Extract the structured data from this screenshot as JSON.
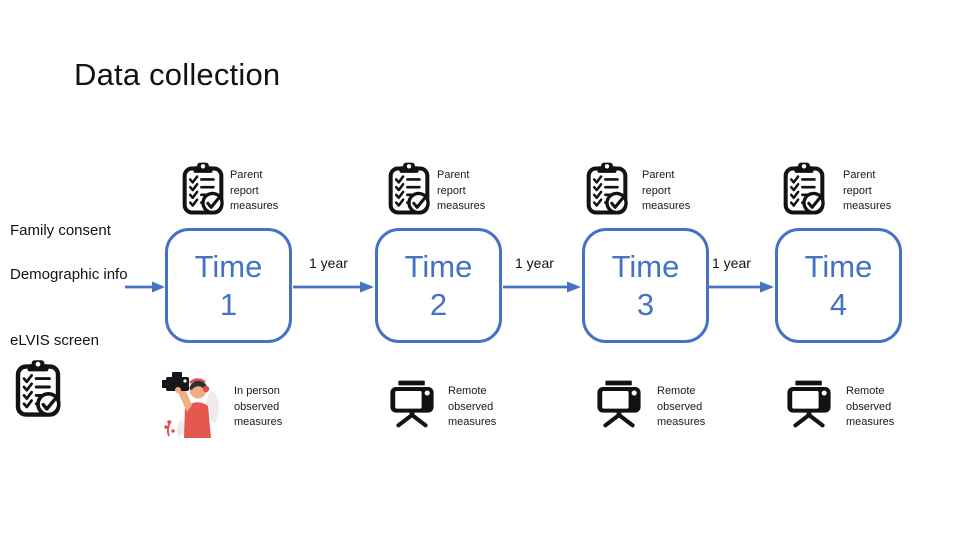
{
  "title": "Data collection",
  "left_panel": {
    "labels": [
      "Family consent",
      "Demographic info",
      "eLVIS screen"
    ],
    "clipboard_icon": "clipboard-checklist-icon"
  },
  "connector_label": "1 year",
  "columns": [
    {
      "time_word": "Time",
      "time_number": "1",
      "top_icon": "clipboard-checklist-icon",
      "top_caption": [
        "Parent",
        "report",
        "measures"
      ],
      "bottom_icon": "person-video-camera-icon",
      "bottom_caption": [
        "In person",
        "observed",
        "measures"
      ]
    },
    {
      "time_word": "Time",
      "time_number": "2",
      "top_icon": "clipboard-checklist-icon",
      "top_caption": [
        "Parent",
        "report",
        "measures"
      ],
      "bottom_icon": "video-camera-tripod-icon",
      "bottom_caption": [
        "Remote",
        "observed",
        "measures"
      ]
    },
    {
      "time_word": "Time",
      "time_number": "3",
      "top_icon": "clipboard-checklist-icon",
      "top_caption": [
        "Parent",
        "report",
        "measures"
      ],
      "bottom_icon": "video-camera-tripod-icon",
      "bottom_caption": [
        "Remote",
        "observed",
        "measures"
      ]
    },
    {
      "time_word": "Time",
      "time_number": "4",
      "top_icon": "clipboard-checklist-icon",
      "top_caption": [
        "Parent",
        "report",
        "measures"
      ],
      "bottom_icon": "video-camera-tripod-icon",
      "bottom_caption": [
        "Remote",
        "observed",
        "measures"
      ]
    }
  ],
  "colors": {
    "accent_blue": "#4472C4",
    "text_black": "#121212",
    "illustration_red": "#E4584D"
  }
}
